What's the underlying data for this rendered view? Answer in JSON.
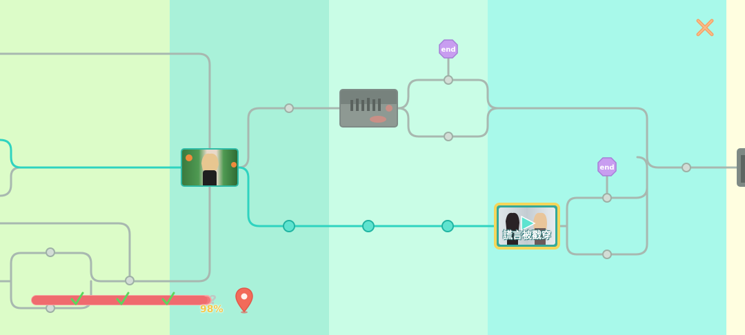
{
  "colors": {
    "band1": "#dcfcc8",
    "band2": "#a9f1d9",
    "band3": "#c9fde6",
    "band4": "#a8f9ea",
    "band5": "#fffee0",
    "path_gray": "#a8b8b0",
    "path_active": "#2fd3c0",
    "node_end": "#c89df0",
    "progress_fill": "#f2787a",
    "highlight": "#f4d65a",
    "close": "#f5a267"
  },
  "progress": {
    "percent_label": "98%",
    "percent_value": 98,
    "unknown_marker": "?"
  },
  "end_labels": [
    "end",
    "end"
  ],
  "current_node": {
    "caption": "謊言被戳穿"
  },
  "icons": {
    "close": "close-icon",
    "location_pin": "location-pin-icon",
    "play": "play-icon",
    "checkmark": "checkmark-icon",
    "end": "end-node-icon"
  }
}
